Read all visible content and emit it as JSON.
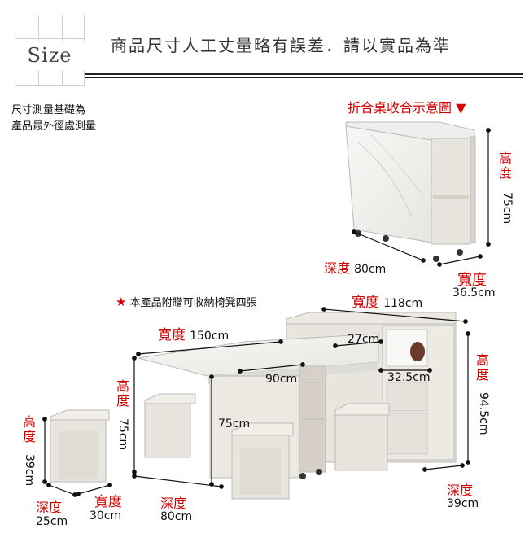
{
  "header": {
    "size_label": "Size",
    "title": "商品尺寸人工丈量略有誤差．請以實品為準"
  },
  "measure_note": {
    "line1": "尺寸測量基礎為",
    "line2": "產品最外徑處測量"
  },
  "folded_diagram": {
    "caption": "折合桌收合示意圖 ▼",
    "height_label": "高度",
    "height_value": "75cm",
    "depth_label": "深度",
    "depth_value": "80cm",
    "width_label": "寬度",
    "width_value": "36.5cm"
  },
  "gift_note": "本產品附贈可收納椅凳四張",
  "expanded_diagram": {
    "table_width_label": "寬度",
    "table_width_value": "150cm",
    "cabinet_width_label": "寬度",
    "cabinet_width_value": "118cm",
    "inner_27": "27cm",
    "inner_90": "90cm",
    "inner_32_5": "32.5cm",
    "inner_75": "75cm",
    "table_height_label": "高度",
    "table_height_value": "75cm",
    "cabinet_height_label": "高度",
    "cabinet_height_value": "94.5cm",
    "table_depth_label": "深度",
    "table_depth_value": "80cm",
    "cabinet_depth_label": "深度",
    "cabinet_depth_value": "39cm"
  },
  "stool": {
    "height_label": "高度",
    "height_value": "39cm",
    "depth_label": "深度",
    "depth_value": "25cm",
    "width_label": "寬度",
    "width_value": "30cm"
  },
  "colors": {
    "accent_red": "#d40000",
    "wood": "#e8e4de",
    "wood_dark": "#d6d0c8",
    "marble": "#f4f4f2"
  }
}
